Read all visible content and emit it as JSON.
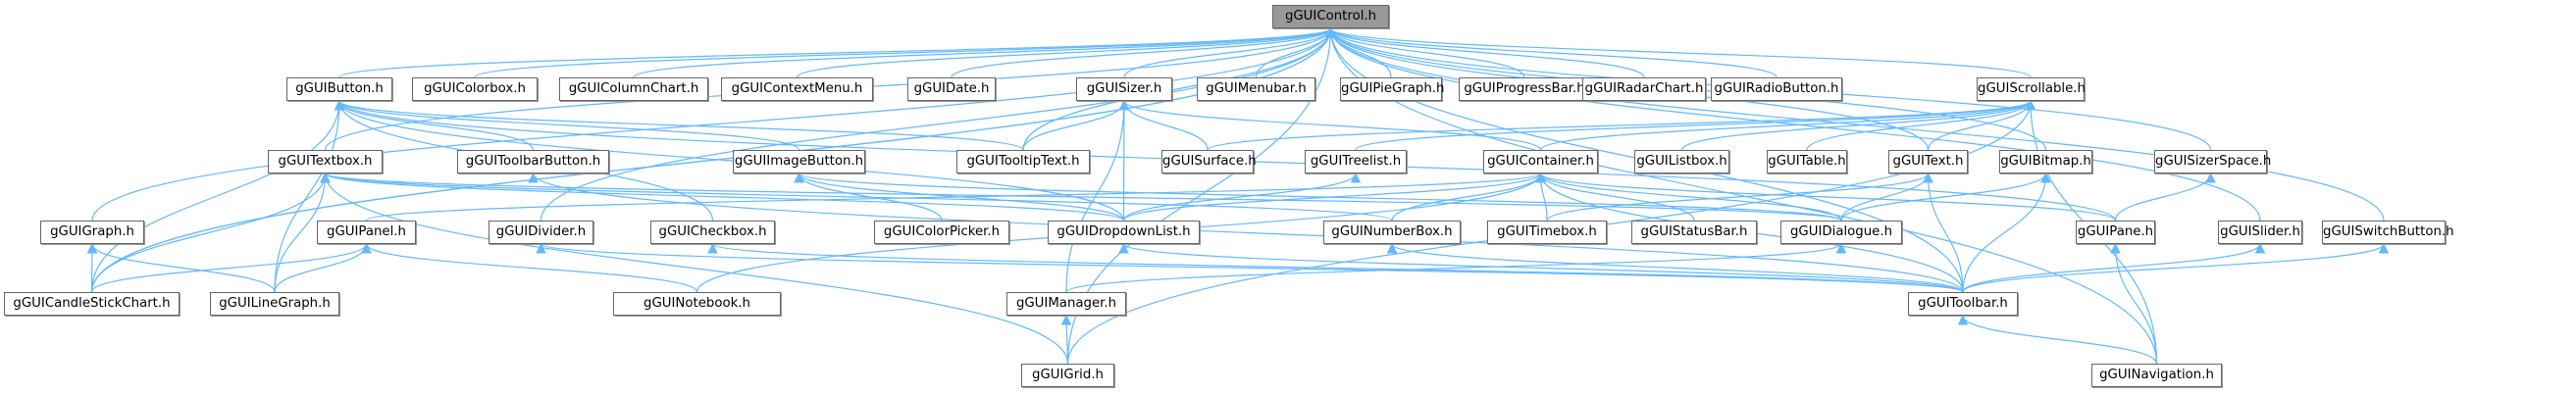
{
  "diagram": {
    "type": "include-dependency-graph",
    "root": "gGUIControl.h",
    "colors": {
      "edge": "#63b8ff",
      "root_fill": "#999999",
      "node_border": "#666666",
      "node_fill": "#ffffff"
    },
    "nodes": [
      {
        "id": "control",
        "label": "gGUIControl.h",
        "root": true
      },
      {
        "id": "button",
        "label": "gGUIButton.h"
      },
      {
        "id": "colorbox",
        "label": "gGUIColorbox.h"
      },
      {
        "id": "columnchart",
        "label": "gGUIColumnChart.h"
      },
      {
        "id": "contextmenu",
        "label": "gGUIContextMenu.h"
      },
      {
        "id": "date",
        "label": "gGUIDate.h"
      },
      {
        "id": "sizer",
        "label": "gGUISizer.h"
      },
      {
        "id": "menubar",
        "label": "gGUIMenubar.h"
      },
      {
        "id": "piegraph",
        "label": "gGUIPieGraph.h"
      },
      {
        "id": "progressbar",
        "label": "gGUIProgressBar.h"
      },
      {
        "id": "radarchart",
        "label": "gGUIRadarChart.h"
      },
      {
        "id": "radiobutton",
        "label": "gGUIRadioButton.h"
      },
      {
        "id": "scrollable",
        "label": "gGUIScrollable.h"
      },
      {
        "id": "textbox",
        "label": "gGUITextbox.h"
      },
      {
        "id": "toolbarbutton",
        "label": "gGUIToolbarButton.h"
      },
      {
        "id": "imagebutton",
        "label": "gGUIImageButton.h"
      },
      {
        "id": "tooltiptext",
        "label": "gGUITooltipText.h"
      },
      {
        "id": "surface",
        "label": "gGUISurface.h"
      },
      {
        "id": "treelist",
        "label": "gGUITreelist.h"
      },
      {
        "id": "container",
        "label": "gGUIContainer.h"
      },
      {
        "id": "listbox",
        "label": "gGUIListbox.h"
      },
      {
        "id": "table",
        "label": "gGUITable.h"
      },
      {
        "id": "text",
        "label": "gGUIText.h"
      },
      {
        "id": "bitmap",
        "label": "gGUIBitmap.h"
      },
      {
        "id": "sizerspace",
        "label": "gGUISizerSpace.h"
      },
      {
        "id": "graph",
        "label": "gGUIGraph.h"
      },
      {
        "id": "panel",
        "label": "gGUIPanel.h"
      },
      {
        "id": "divider",
        "label": "gGUIDivider.h"
      },
      {
        "id": "checkbox",
        "label": "gGUICheckbox.h"
      },
      {
        "id": "colorpicker",
        "label": "gGUIColorPicker.h"
      },
      {
        "id": "dropdownlist",
        "label": "gGUIDropdownList.h"
      },
      {
        "id": "numberbox",
        "label": "gGUINumberBox.h"
      },
      {
        "id": "timebox",
        "label": "gGUITimebox.h"
      },
      {
        "id": "statusbar",
        "label": "gGUIStatusBar.h"
      },
      {
        "id": "dialogue",
        "label": "gGUIDialogue.h"
      },
      {
        "id": "pane",
        "label": "gGUIPane.h"
      },
      {
        "id": "slider",
        "label": "gGUISlider.h"
      },
      {
        "id": "switchbutton",
        "label": "gGUISwitchButton.h"
      },
      {
        "id": "candlestick",
        "label": "gGUICandleStickChart.h"
      },
      {
        "id": "linegraph",
        "label": "gGUILineGraph.h"
      },
      {
        "id": "notebook",
        "label": "gGUINotebook.h"
      },
      {
        "id": "manager",
        "label": "gGUIManager.h"
      },
      {
        "id": "toolbar",
        "label": "gGUIToolbar.h"
      },
      {
        "id": "grid",
        "label": "gGUIGrid.h"
      },
      {
        "id": "navigation",
        "label": "gGUINavigation.h"
      }
    ],
    "edges": [
      [
        "button",
        "control"
      ],
      [
        "colorbox",
        "control"
      ],
      [
        "columnchart",
        "control"
      ],
      [
        "contextmenu",
        "control"
      ],
      [
        "date",
        "control"
      ],
      [
        "sizer",
        "control"
      ],
      [
        "menubar",
        "control"
      ],
      [
        "piegraph",
        "control"
      ],
      [
        "progressbar",
        "control"
      ],
      [
        "radarchart",
        "control"
      ],
      [
        "radiobutton",
        "control"
      ],
      [
        "scrollable",
        "control"
      ],
      [
        "textbox",
        "control"
      ],
      [
        "graph",
        "control"
      ],
      [
        "candlestick",
        "control"
      ],
      [
        "divider",
        "control"
      ],
      [
        "tooltiptext",
        "control"
      ],
      [
        "text",
        "control"
      ],
      [
        "bitmap",
        "control"
      ],
      [
        "sizerspace",
        "control"
      ],
      [
        "slider",
        "control"
      ],
      [
        "switchbutton",
        "control"
      ],
      [
        "toolbar",
        "control"
      ],
      [
        "navigation",
        "control"
      ],
      [
        "grid",
        "control"
      ],
      [
        "candlestick",
        "control"
      ],
      [
        "toolbarbutton",
        "button"
      ],
      [
        "imagebutton",
        "button"
      ],
      [
        "tooltiptext",
        "button"
      ],
      [
        "checkbox",
        "button"
      ],
      [
        "dropdownlist",
        "button"
      ],
      [
        "linegraph",
        "button"
      ],
      [
        "candlestick",
        "button"
      ],
      [
        "pane",
        "button"
      ],
      [
        "tooltiptext",
        "sizer"
      ],
      [
        "surface",
        "sizer"
      ],
      [
        "dropdownlist",
        "sizer"
      ],
      [
        "container",
        "sizer"
      ],
      [
        "manager",
        "sizer"
      ],
      [
        "treelist",
        "scrollable"
      ],
      [
        "container",
        "scrollable"
      ],
      [
        "listbox",
        "scrollable"
      ],
      [
        "table",
        "scrollable"
      ],
      [
        "text",
        "scrollable"
      ],
      [
        "navigation",
        "scrollable"
      ],
      [
        "grid",
        "scrollable"
      ],
      [
        "surface",
        "scrollable"
      ],
      [
        "candlestick",
        "textbox"
      ],
      [
        "linegraph",
        "textbox"
      ],
      [
        "grid",
        "textbox"
      ],
      [
        "numberbox",
        "textbox"
      ],
      [
        "dialogue",
        "textbox"
      ],
      [
        "dropdownlist",
        "textbox"
      ],
      [
        "toolbar",
        "toolbarbutton"
      ],
      [
        "colorpicker",
        "imagebutton"
      ],
      [
        "dropdownlist",
        "imagebutton"
      ],
      [
        "dialogue",
        "imagebutton"
      ],
      [
        "dropdownlist",
        "treelist"
      ],
      [
        "panel",
        "container"
      ],
      [
        "dropdownlist",
        "container"
      ],
      [
        "numberbox",
        "container"
      ],
      [
        "timebox",
        "container"
      ],
      [
        "statusbar",
        "container"
      ],
      [
        "dialogue",
        "container"
      ],
      [
        "pane",
        "container"
      ],
      [
        "toolbar",
        "container"
      ],
      [
        "notebook",
        "container"
      ],
      [
        "timebox",
        "text"
      ],
      [
        "dialogue",
        "text"
      ],
      [
        "toolbar",
        "text"
      ],
      [
        "dialogue",
        "bitmap"
      ],
      [
        "toolbar",
        "bitmap"
      ],
      [
        "pane",
        "sizerspace"
      ],
      [
        "candlestick",
        "graph"
      ],
      [
        "linegraph",
        "graph"
      ],
      [
        "candlestick",
        "panel"
      ],
      [
        "linegraph",
        "panel"
      ],
      [
        "notebook",
        "panel"
      ],
      [
        "toolbar",
        "divider"
      ],
      [
        "toolbar",
        "checkbox"
      ],
      [
        "toolbar",
        "dropdownlist"
      ],
      [
        "toolbar",
        "numberbox"
      ],
      [
        "manager",
        "dialogue"
      ],
      [
        "navigation",
        "pane"
      ],
      [
        "toolbar",
        "slider"
      ],
      [
        "toolbar",
        "switchbutton"
      ],
      [
        "grid",
        "manager"
      ],
      [
        "navigation",
        "toolbar"
      ]
    ]
  }
}
